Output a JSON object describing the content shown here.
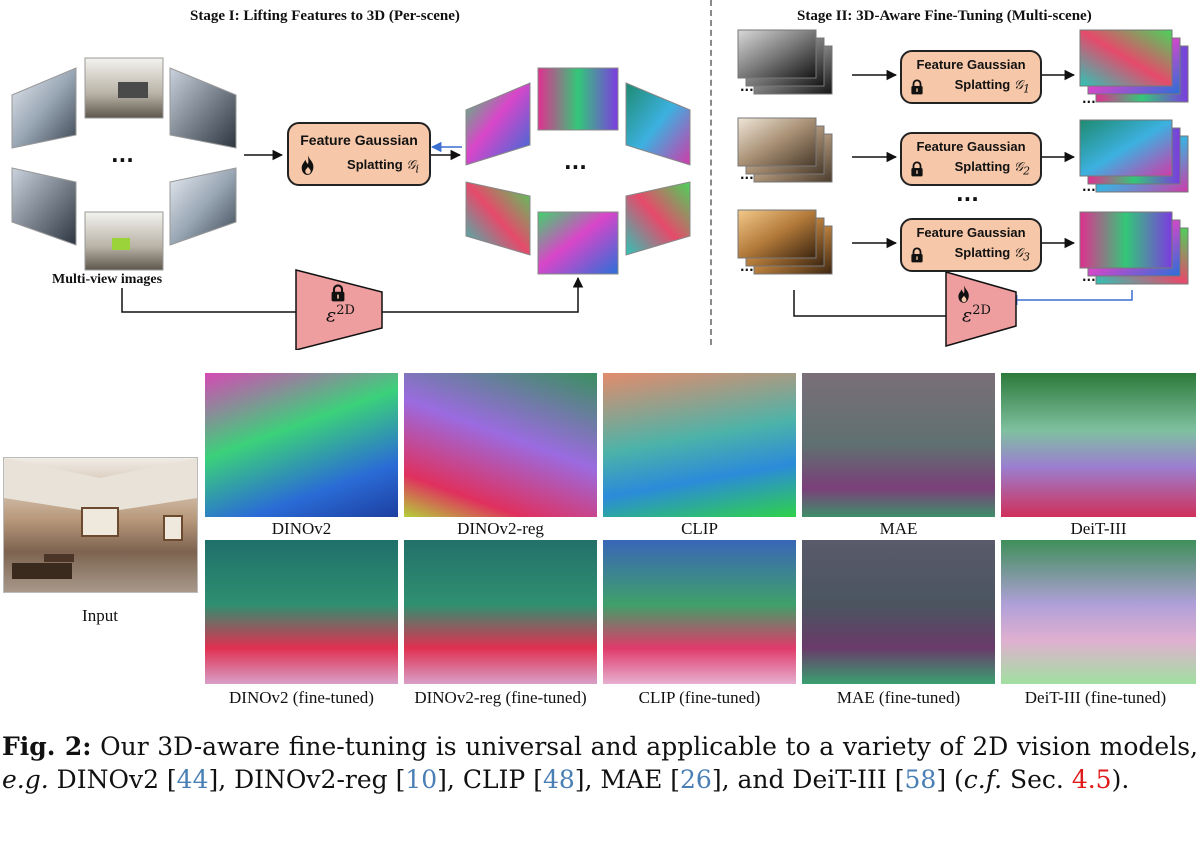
{
  "stage1": {
    "title": "Stage I: Lifting Features to 3D (Per-scene)",
    "fgs_line1": "Feature Gaussian",
    "fgs_line2": "Splatting",
    "fgs_symbol": "𝒢",
    "fgs_sub": "i",
    "multiview_label": "Multi-view images",
    "ellipsis": "..."
  },
  "stage2": {
    "title": "Stage II: 3D-Aware Fine-Tuning (Multi-scene)",
    "fgs_line1": "Feature Gaussian",
    "fgs_line2": "Splatting",
    "fgs_symbol": "𝒢",
    "fgs_subs": [
      "1",
      "2",
      "3"
    ],
    "ellipsis": "...",
    "stack_ellipsis": "..."
  },
  "encoder": {
    "symbol": "ε",
    "sup": "2D"
  },
  "icons": [
    "fire-icon",
    "lock-icon"
  ],
  "colors": {
    "box_fill": "#f6c7a8",
    "encoder_fill": "#ef9ea0",
    "feedback_arrow": "#3d6fd1",
    "cite": "#4a7fb5",
    "secref": "#e01a1a"
  },
  "input_label": "Input",
  "models_top": [
    "DINOv2",
    "DINOv2-reg",
    "CLIP",
    "MAE",
    "DeiT-III"
  ],
  "models_bottom": [
    "DINOv2 (fine-tuned)",
    "DINOv2-reg (fine-tuned)",
    "CLIP (fine-tuned)",
    "MAE (fine-tuned)",
    "DeiT-III (fine-tuned)"
  ],
  "caption": {
    "fig": "Fig. 2:",
    "t1": " Our 3D-aware fine-tuning is universal and applicable to a variety of 2D vision models, ",
    "eg": "e.g.",
    "t2": " DINOv2 [",
    "c1": "44",
    "t3": "], DINOv2-reg [",
    "c2": "10",
    "t4": "], CLIP [",
    "c3": "48",
    "t5": "], MAE [",
    "c4": "26",
    "t6": "], and DeiT-III [",
    "c5": "58",
    "t7": "] (",
    "cf": "c.f.",
    "t8": " Sec. ",
    "sec": "4.5",
    "t9": ")."
  }
}
